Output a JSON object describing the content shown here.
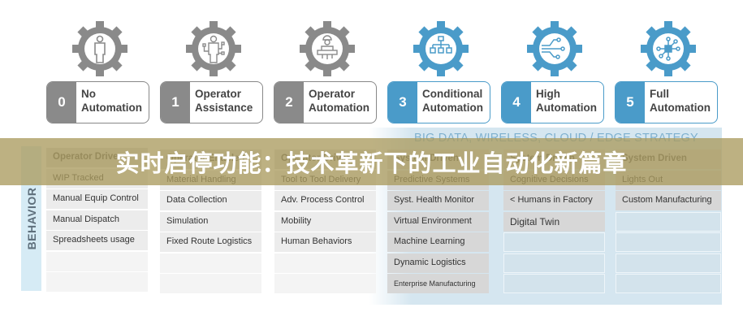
{
  "levels": [
    {
      "num": "0",
      "line1": "No",
      "line2": "Automation",
      "icon": "person-icon",
      "color": "#8a8a8a"
    },
    {
      "num": "1",
      "line1": "Operator",
      "line2": "Assistance",
      "icon": "person-assist-icon",
      "color": "#8a8a8a"
    },
    {
      "num": "2",
      "line1": "Operator",
      "line2": "Automation",
      "icon": "worker-console-icon",
      "color": "#8a8a8a"
    },
    {
      "num": "3",
      "line1": "Conditional",
      "line2": "Automation",
      "icon": "hierarchy-icon",
      "color": "#4a9bc9"
    },
    {
      "num": "4",
      "line1": "High",
      "line2": "Automation",
      "icon": "circuit-icon",
      "color": "#4a9bc9"
    },
    {
      "num": "5",
      "line1": "Full",
      "line2": "Automation",
      "icon": "chip-icon",
      "color": "#4a9bc9"
    }
  ],
  "strategy_label": "BIG DATA, WIRELESS, CLOUD / EDGE STRATEGY",
  "behavior_label": "BEHAVIOR",
  "columns": [
    {
      "header": "Operator Driven",
      "cells": [
        "WIP Tracked",
        "Manual Equip Control",
        "Manual Dispatch",
        "Spreadsheets usage",
        "",
        ""
      ]
    },
    {
      "header": "Operator Enabled",
      "cells": [
        "Material Handling",
        "Data Collection",
        "Simulation",
        "Fixed Route Logistics",
        "",
        ""
      ]
    },
    {
      "header": "Operator Driven",
      "cells": [
        "Tool to Tool Delivery",
        "Adv. Process Control",
        "Mobility",
        "Human Behaviors",
        "",
        ""
      ]
    },
    {
      "header": "System Driven",
      "cells": [
        "Predictive Systems",
        "Syst. Health Monitor",
        "Virtual Environment",
        "Machine Learning",
        "Dynamic Logistics",
        "Enterprise Manufacturing"
      ]
    },
    {
      "header": "System Driven",
      "cells": [
        "Cognitive Decisions",
        "< Humans in Factory",
        "Digital Twin",
        "",
        "",
        ""
      ]
    },
    {
      "header": "System Driven",
      "cells": [
        "Lights Out",
        "Custom Manufacturing",
        "",
        "",
        "",
        ""
      ]
    }
  ],
  "overlay_title": "实时启停功能：技术革新下的工业自动化新篇章",
  "colors": {
    "gray": "#8a8a8a",
    "blue": "#4a9bc9",
    "panel": "#d5e6f0",
    "overlay": "#aa9b5f"
  }
}
